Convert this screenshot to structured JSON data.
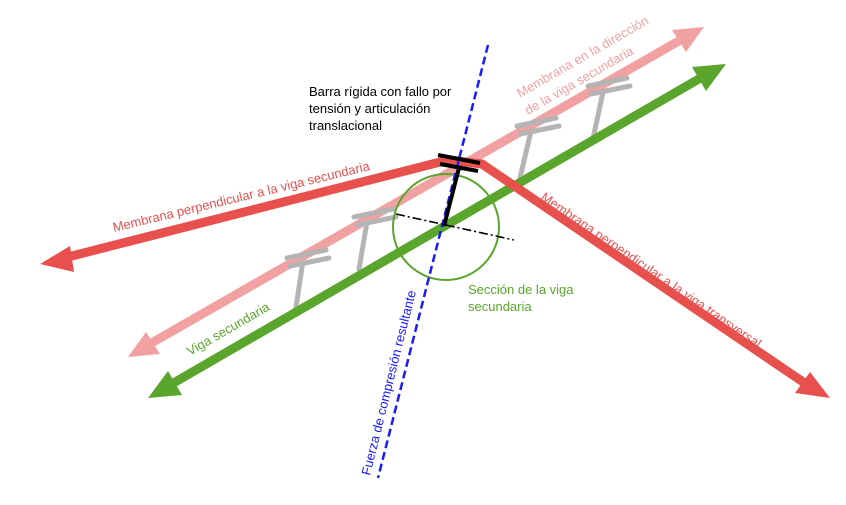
{
  "labels": {
    "rigid_bar_line1": "Barra rígida con fallo por",
    "rigid_bar_line2": "tensión y articulación",
    "rigid_bar_line3": "translacional",
    "membrane_secondary_dir_line1": "Membrana en la dirección",
    "membrane_secondary_dir_line2": "de la viga secundaria",
    "membrane_perp_secondary": "Membrana perpendicular a la viga secundaria",
    "membrane_perp_transverse": "Membrana perpendicular a la viga transversal",
    "beam_section_line1": "Sección de la viga",
    "beam_section_line2": "secundaria",
    "secondary_beam": "Viga secundaria",
    "resultant_compression": "Fuerza de compresión resultante"
  },
  "colors": {
    "membrane_red": "#e8504e",
    "membrane_pink": "#f2a1a2",
    "beam_green": "#5aa52c",
    "compression_blue": "#1a1aff",
    "connector_gray": "#b4b4b4",
    "rigid_bar_black": "#000000"
  }
}
